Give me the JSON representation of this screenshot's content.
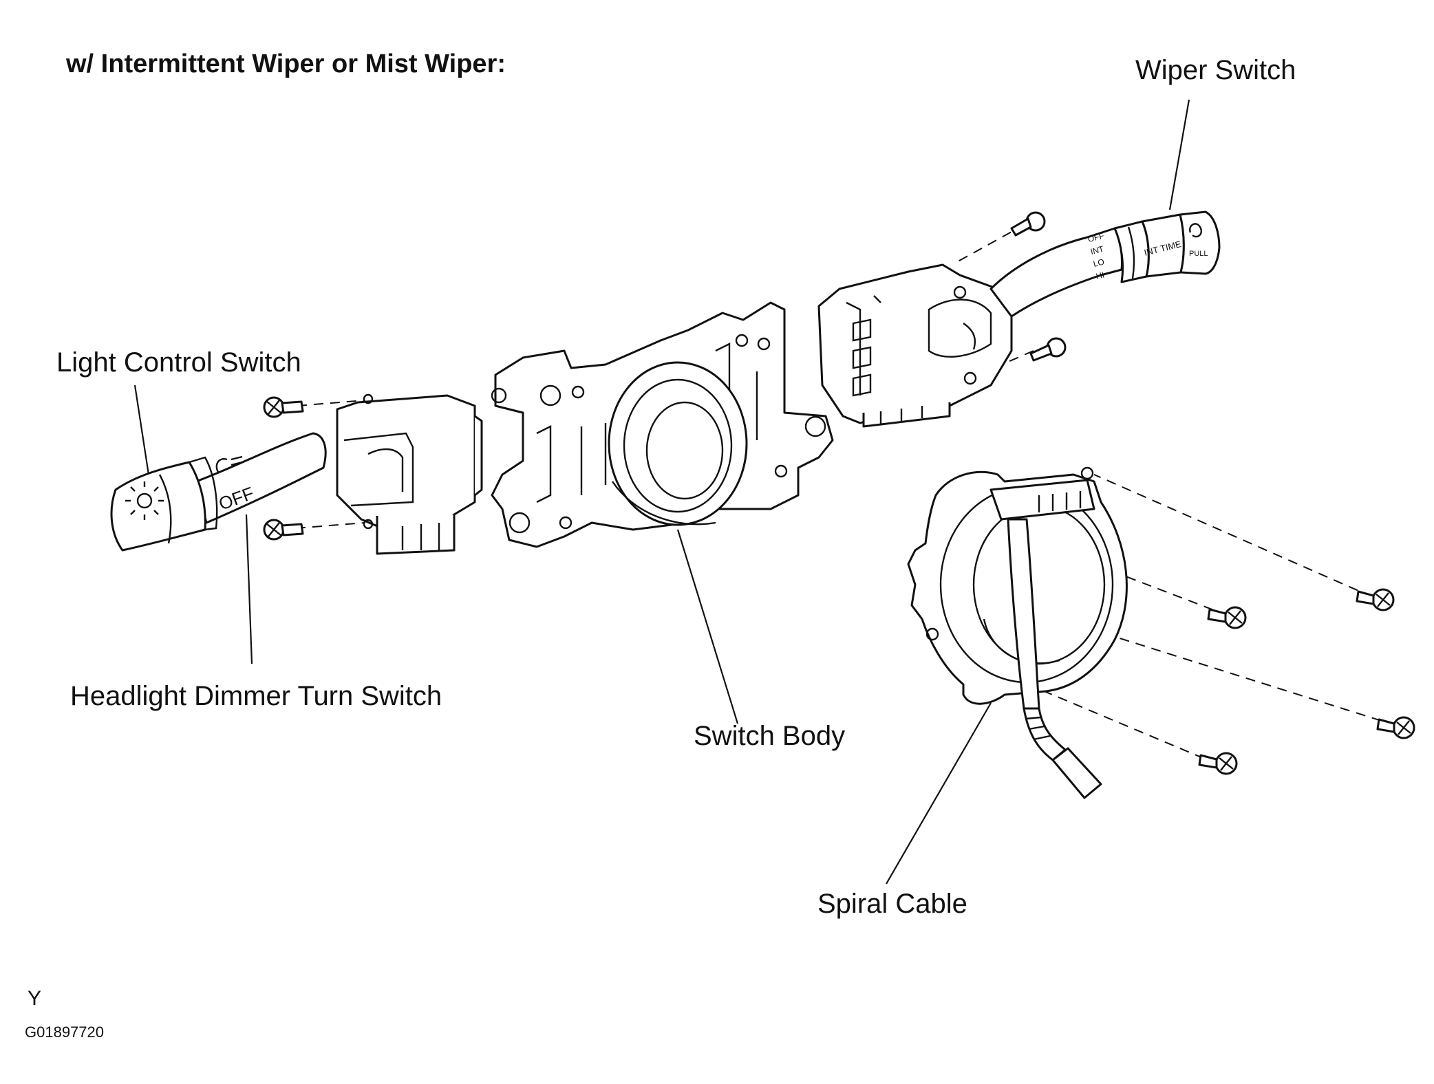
{
  "title": "w/ Intermittent Wiper or Mist Wiper:",
  "labels": {
    "wiper_switch": "Wiper Switch",
    "light_control_switch": "Light Control Switch",
    "headlight_dimmer_turn_switch": "Headlight Dimmer Turn Switch",
    "switch_body": "Switch Body",
    "spiral_cable": "Spiral Cable"
  },
  "wiper_stalk_markings": {
    "modes": [
      "OFF",
      "INT",
      "LO",
      "HI"
    ],
    "int_time": "INT TIME",
    "pull": "PULL"
  },
  "light_stalk_markings": {
    "off": "OFF"
  },
  "footer": {
    "letter": "Y",
    "figure_code": "G01897720"
  }
}
